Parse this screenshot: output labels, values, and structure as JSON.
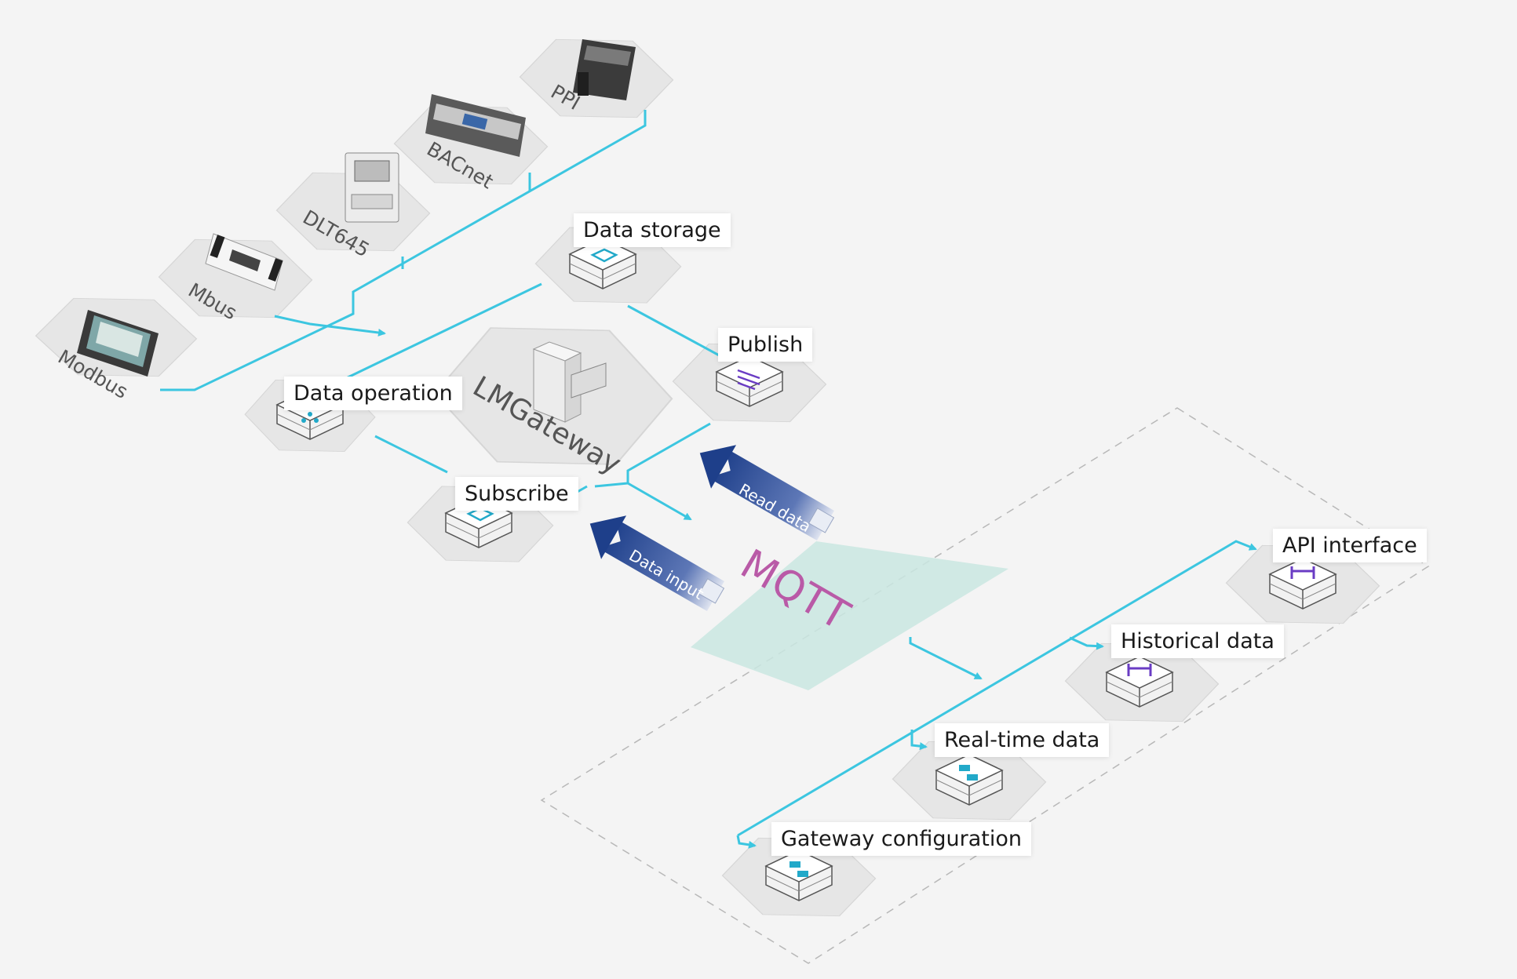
{
  "devices": [
    {
      "id": "modbus",
      "label": "Modbus"
    },
    {
      "id": "mbus",
      "label": "Mbus"
    },
    {
      "id": "dlt645",
      "label": "DLT645"
    },
    {
      "id": "bacnet",
      "label": "BACnet"
    },
    {
      "id": "ppi",
      "label": "PPI"
    }
  ],
  "gateway": {
    "label": "LMGateway"
  },
  "nodes": {
    "data_storage": "Data storage",
    "publish": "Publish",
    "data_operation": "Data operation",
    "subscribe": "Subscribe"
  },
  "broker": {
    "label": "MQTT",
    "read_arrow": "Read data",
    "input_arrow": "Data input"
  },
  "outputs": {
    "api": "API interface",
    "historical": "Historical data",
    "realtime": "Real-time data",
    "config": "Gateway configuration"
  },
  "colors": {
    "line": "#3cc6e0",
    "tile": "#e8e8e8",
    "arrow": "#1e3f8a",
    "mqtt_text": "#b95aa7",
    "mqtt_plane": "#c9e6e0",
    "icon_teal": "#22a9c9",
    "icon_purple": "#6a3cc4"
  }
}
